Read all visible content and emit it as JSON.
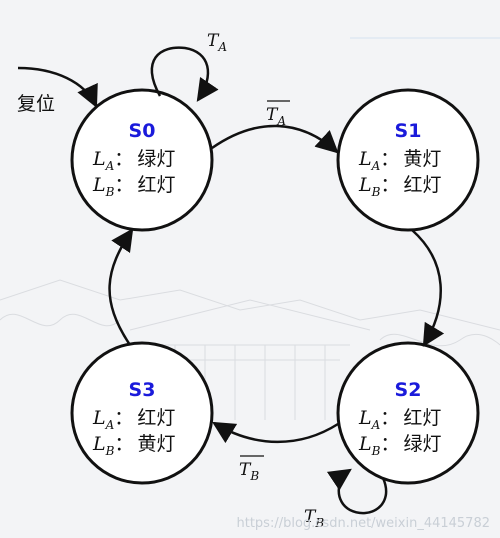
{
  "reset_label": "复位",
  "states": [
    {
      "id": "s0",
      "name": "S0",
      "la_label": "L",
      "la_sub": "A",
      "la_value": "绿灯",
      "lb_label": "L",
      "lb_sub": "B",
      "lb_value": "红灯"
    },
    {
      "id": "s1",
      "name": "S1",
      "la_label": "L",
      "la_sub": "A",
      "la_value": "黄灯",
      "lb_label": "L",
      "lb_sub": "B",
      "lb_value": "红灯"
    },
    {
      "id": "s2",
      "name": "S2",
      "la_label": "L",
      "la_sub": "A",
      "la_value": "红灯",
      "lb_label": "L",
      "lb_sub": "B",
      "lb_value": "绿灯"
    },
    {
      "id": "s3",
      "name": "S3",
      "la_label": "L",
      "la_sub": "A",
      "la_value": "红灯",
      "lb_label": "L",
      "lb_sub": "B",
      "lb_value": "黄灯"
    }
  ],
  "transitions": {
    "s0_self": {
      "main": "T",
      "sub": "A"
    },
    "s0_s1": {
      "main": "T",
      "sub": "A",
      "overline": true
    },
    "s2_s3": {
      "main": "T",
      "sub": "B",
      "overline": true
    },
    "s2_self": {
      "main": "T",
      "sub": "B"
    }
  },
  "separator": "：",
  "watermark": "https://blog.csdn.net/weixin_44145782"
}
